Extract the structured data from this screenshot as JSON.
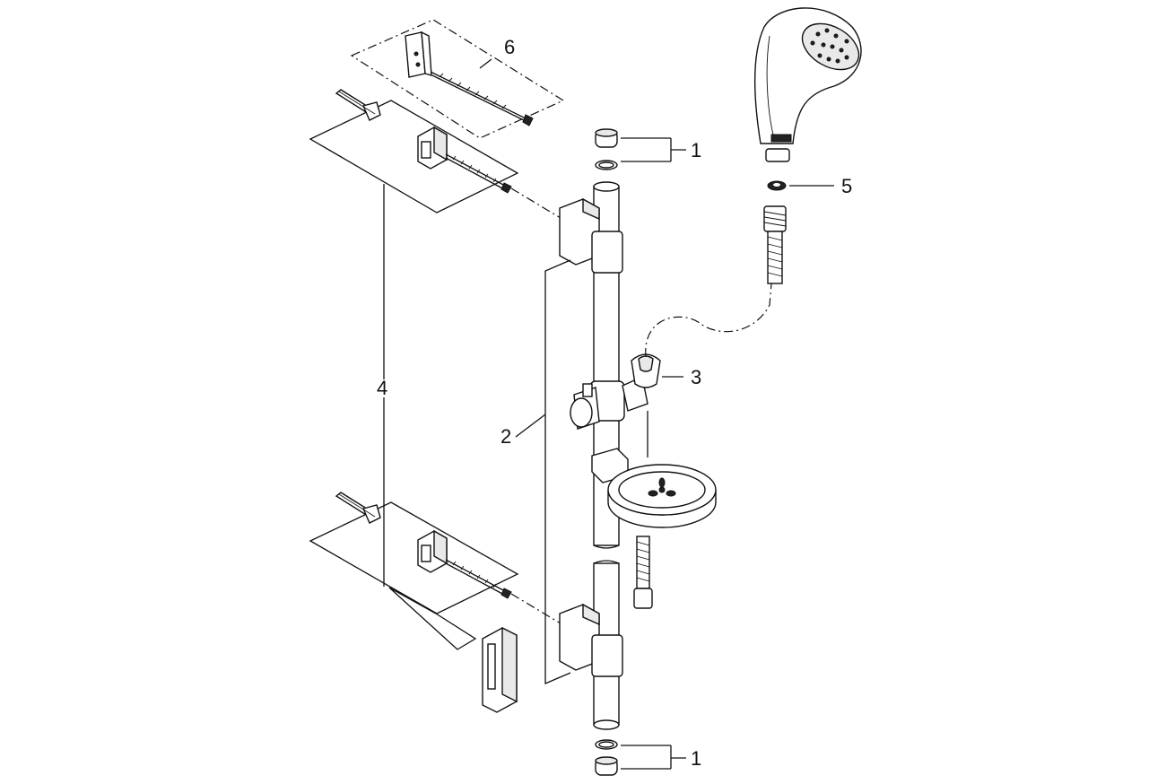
{
  "diagram": {
    "colors": {
      "line": "#111111",
      "part_fill": "#ffffff",
      "shade": "#e9e9e9"
    },
    "callouts": [
      {
        "id": "c1_top",
        "text": "1"
      },
      {
        "id": "c1_bottom",
        "text": "1"
      },
      {
        "id": "c2",
        "text": "2"
      },
      {
        "id": "c3",
        "text": "3"
      },
      {
        "id": "c4",
        "text": "4"
      },
      {
        "id": "c5",
        "text": "5"
      },
      {
        "id": "c6",
        "text": "6"
      }
    ]
  }
}
